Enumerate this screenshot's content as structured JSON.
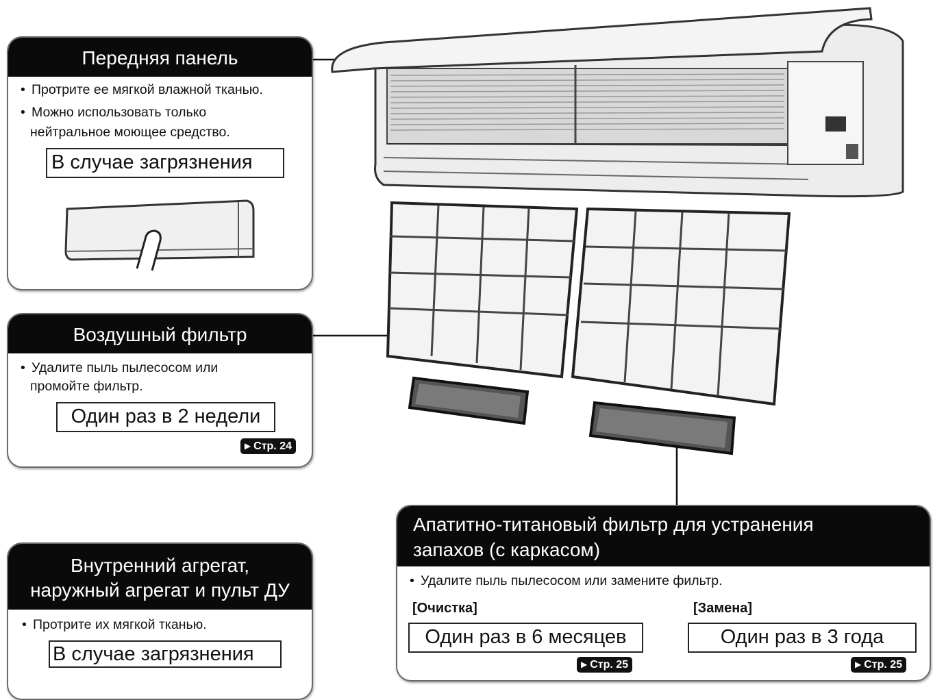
{
  "front_panel": {
    "title": "Передняя панель",
    "bullets": [
      "Протрите ее мягкой влажной тканью.",
      "Можно использовать только",
      "нейтральное моющее средство."
    ],
    "frequency": "В случае загрязнения"
  },
  "air_filter": {
    "title": "Воздушный фильтр",
    "bullets": [
      "Удалите пыль пылесосом или",
      "промойте фильтр."
    ],
    "frequency": "Один раз в 2 недели",
    "page_ref": "Стр. 24"
  },
  "units": {
    "title_line1": "Внутренний агрегат,",
    "title_line2": "наружный агрегат и пульт ДУ",
    "bullets": [
      "Протрите их мягкой тканью."
    ],
    "frequency": "В случае загрязнения"
  },
  "apatite_filter": {
    "title_line1": "Апатитно-титановый фильтр для устранения",
    "title_line2": "запахов (с каркасом)",
    "bullets": [
      "Удалите пыль пылесосом или замените фильтр."
    ],
    "cleaning": {
      "label": "[Очистка]",
      "frequency": "Один раз в 6 месяцев",
      "page_ref": "Стр. 25"
    },
    "replacement": {
      "label": "[Замена]",
      "frequency": "Один раз в 3 года",
      "page_ref": "Стр. 25"
    }
  },
  "icons": [
    "page-ref-arrow-icon",
    "hand-wiping-icon"
  ],
  "colors": {
    "title_bar": "#0a0a0a",
    "border": "#6a6a6a"
  }
}
